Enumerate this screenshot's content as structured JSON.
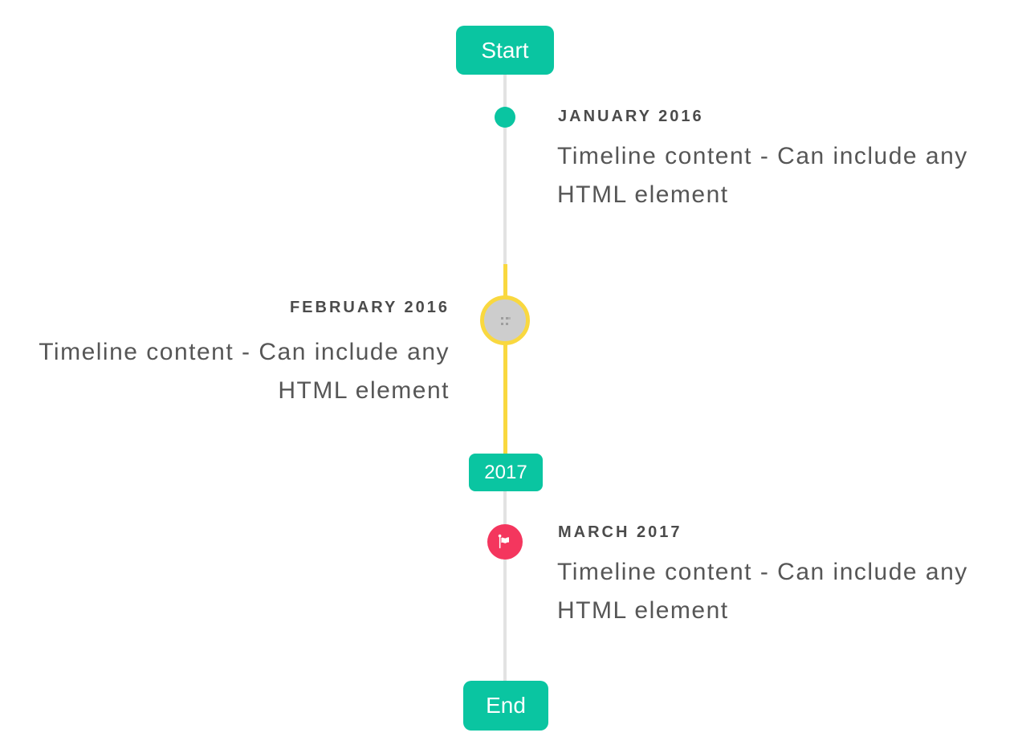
{
  "colors": {
    "accent_teal": "#0AC5A1",
    "line_gray": "#E2E2E2",
    "highlight_yellow": "#F9D83F",
    "marker_red": "#F4365E",
    "marker_gray_fill": "#CDCDCD",
    "title_text": "#4B4B4B",
    "body_text": "#565656",
    "badge_text": "#FFFFFF",
    "background": "#FFFFFF"
  },
  "timeline": {
    "start_label": "Start",
    "year_label": "2017",
    "end_label": "End",
    "items": [
      {
        "title": "JANUARY 2016",
        "content": "Timeline content - Can include any\nHTML element",
        "side": "right",
        "marker": "teal-dot-icon"
      },
      {
        "title": "FEBRUARY 2016",
        "content": "Timeline content - Can include any\nHTML element",
        "side": "left",
        "marker": "broken-image-icon"
      },
      {
        "title": "MARCH 2017",
        "content": "Timeline content - Can include any\nHTML element",
        "side": "right",
        "marker": "flag-icon"
      }
    ]
  },
  "icons": {
    "january_marker": "circle-dot-icon",
    "february_marker": "broken-image-icon",
    "march_marker": "flag-icon"
  }
}
